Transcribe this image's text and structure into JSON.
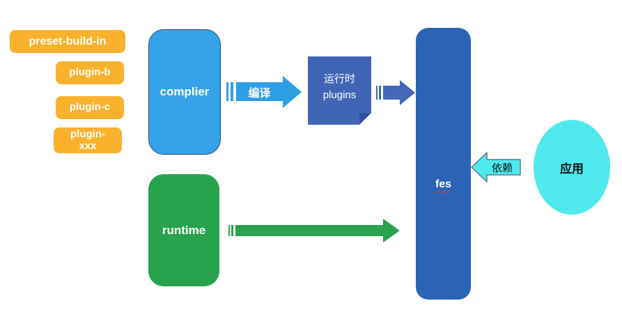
{
  "colors": {
    "plugin_orange": "#FAB22E",
    "compiler_blue": "#36A3E9",
    "note_blue": "#4165B5",
    "note_fold_blue": "#2F4FA0",
    "fes_blue": "#2C63B4",
    "runtime_green": "#28A24C",
    "app_cyan": "#4FE9ED",
    "small_arrow_blue": "#4467B8",
    "spellcheck_red": "#E03A2F"
  },
  "plugins": [
    {
      "label": "preset-build-in"
    },
    {
      "label": "plugin-b"
    },
    {
      "label": "plugin-c"
    },
    {
      "label": "plugin-\nxxx"
    }
  ],
  "compiler": {
    "label": "complier"
  },
  "runtime": {
    "label": "runtime"
  },
  "runtime_plugins_note": {
    "label": "运行时\nplugins"
  },
  "fes": {
    "label": "fes"
  },
  "app": {
    "label": "应用"
  },
  "arrows": {
    "compile": {
      "label": "编译"
    },
    "depend": {
      "label": "依赖"
    }
  }
}
